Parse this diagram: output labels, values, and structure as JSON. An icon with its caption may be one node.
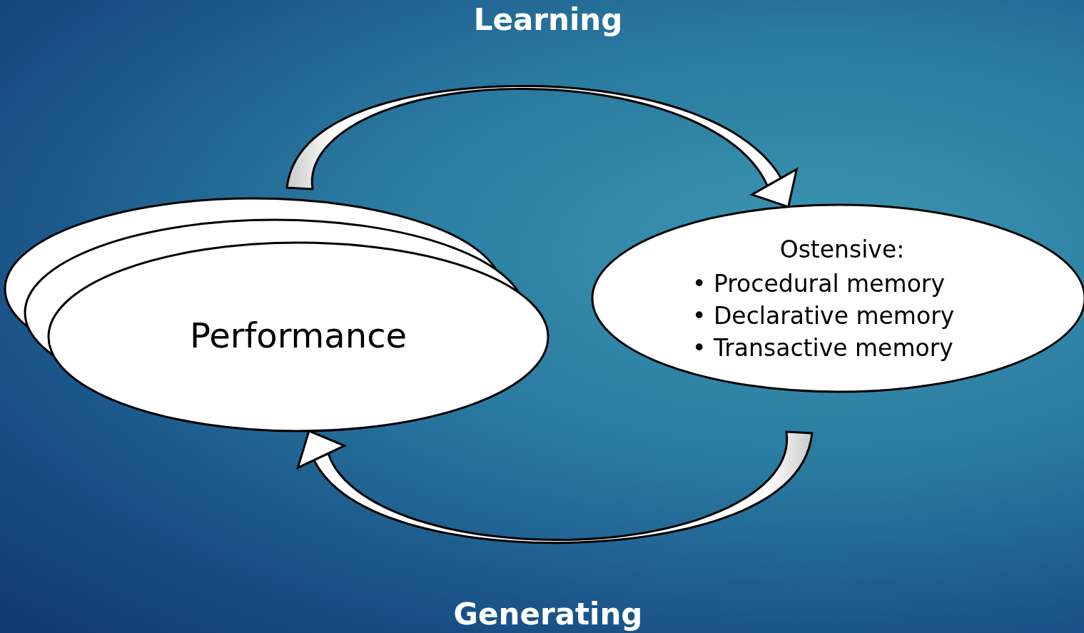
{
  "diagram": {
    "nodes": [
      {
        "text": [
          "Performance"
        ]
      },
      {
        "text": [
          "Ostensive:",
          "• Procedural memory",
          "• Declarative memory",
          "• Transactive memory"
        ]
      }
    ],
    "edges": [
      {
        "from": 0,
        "to": 1,
        "arrow": "to",
        "label": "Learning"
      },
      {
        "from": 1,
        "to": 0,
        "arrow": "to",
        "label": "Generating"
      }
    ]
  }
}
